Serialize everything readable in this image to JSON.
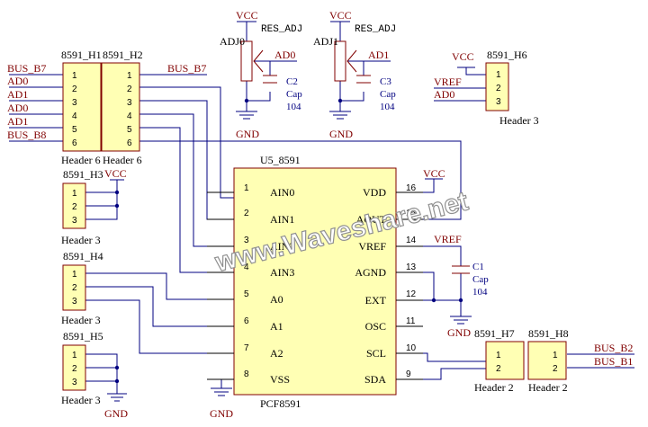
{
  "colors": {
    "wire": "#000080",
    "component": "#800000",
    "fill": "#ffffb4",
    "net": "#800000"
  },
  "chip": {
    "designator": "U5_8591",
    "part": "PCF8591",
    "left_pins": [
      {
        "num": "1",
        "name": "AIN0"
      },
      {
        "num": "2",
        "name": "AIN1"
      },
      {
        "num": "3",
        "name": "AIN2"
      },
      {
        "num": "4",
        "name": "AIN3"
      },
      {
        "num": "5",
        "name": "A0"
      },
      {
        "num": "6",
        "name": "A1"
      },
      {
        "num": "7",
        "name": "A2"
      },
      {
        "num": "8",
        "name": "VSS"
      }
    ],
    "right_pins": [
      {
        "num": "16",
        "name": "VDD"
      },
      {
        "num": "15",
        "name": "AOUT"
      },
      {
        "num": "14",
        "name": "VREF"
      },
      {
        "num": "13",
        "name": "AGND"
      },
      {
        "num": "12",
        "name": "EXT"
      },
      {
        "num": "11",
        "name": "OSC"
      },
      {
        "num": "10",
        "name": "SCL"
      },
      {
        "num": "9",
        "name": "SDA"
      }
    ]
  },
  "h1": {
    "designator": "8591_H1",
    "label": "Header 6",
    "pins": [
      "1",
      "2",
      "3",
      "4",
      "5",
      "6"
    ]
  },
  "h2": {
    "designator": "8591_H2",
    "label": "Header 6",
    "pins": [
      "1",
      "2",
      "3",
      "4",
      "5",
      "6"
    ]
  },
  "h3": {
    "designator": "8591_H3",
    "label": "Header 3",
    "pins": [
      "1",
      "2",
      "3"
    ]
  },
  "h4": {
    "designator": "8591_H4",
    "label": "Header 3",
    "pins": [
      "1",
      "2",
      "3"
    ]
  },
  "h5": {
    "designator": "8591_H5",
    "label": "Header 3",
    "pins": [
      "1",
      "2",
      "3"
    ]
  },
  "h6": {
    "designator": "8591_H6",
    "label": "Header 3",
    "pins": [
      "1",
      "2",
      "3"
    ]
  },
  "h7": {
    "designator": "8591_H7",
    "label": "Header 2",
    "pins": [
      "1",
      "2"
    ]
  },
  "h8": {
    "designator": "8591_H8",
    "label": "Header 2",
    "pins": [
      "1",
      "2"
    ]
  },
  "h1_nets": [
    "BUS_B7",
    "AD0",
    "AD1",
    "AD0",
    "AD1",
    "BUS_B8"
  ],
  "h2_net": "BUS_B7",
  "h6_nets": [
    "VCC",
    "VREF",
    "AD0"
  ],
  "h8_nets": [
    "BUS_B2",
    "BUS_B1"
  ],
  "adj0": {
    "designator": "ADJ0",
    "top": "VCC",
    "res": "RES_ADJ",
    "out": "AD0"
  },
  "adj1": {
    "designator": "ADJ1",
    "top": "VCC",
    "res": "RES_ADJ",
    "out": "AD1"
  },
  "c1": {
    "designator": "C1",
    "type": "Cap",
    "value": "104"
  },
  "c2": {
    "designator": "C2",
    "type": "Cap",
    "value": "104"
  },
  "c3": {
    "designator": "C3",
    "type": "Cap",
    "value": "104"
  },
  "power": {
    "vcc": "VCC",
    "gnd": "GND",
    "vref": "VREF"
  },
  "watermark": "www.Waveshare.net"
}
